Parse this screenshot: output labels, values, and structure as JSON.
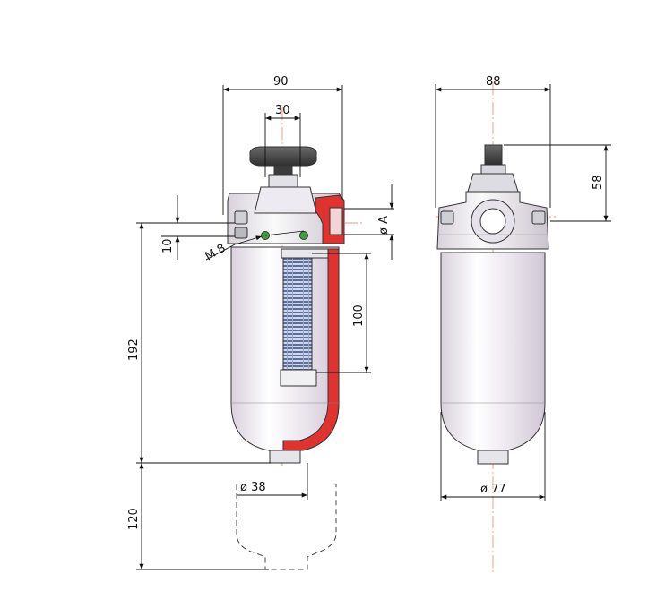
{
  "drawing": {
    "front_view": {
      "dimensions": {
        "width_overall": "90",
        "knob_width": "30",
        "top_offset": "10",
        "thread": "M 8",
        "port": "ø A",
        "element_length": "100",
        "height_overall": "192",
        "drain_diameter": "ø 38",
        "removal_clearance": "120"
      }
    },
    "side_view": {
      "dimensions": {
        "width_overall": "88",
        "knob_height": "58",
        "bowl_diameter": "ø 77"
      }
    }
  }
}
